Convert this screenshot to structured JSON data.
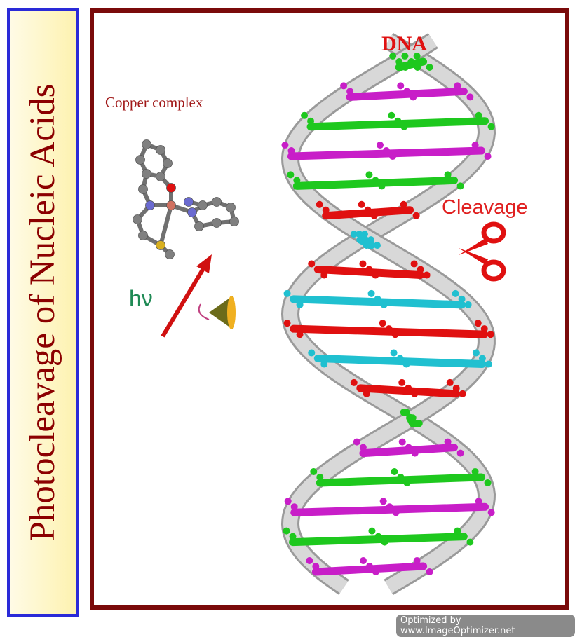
{
  "side_title": "Photocleavage of Nucleic Acids",
  "labels": {
    "dna": "DNA",
    "copper_complex": "Copper complex",
    "cleavage": "Cleavage",
    "hv": "hν"
  },
  "watermark": "Optimized by www.ImageOptimizer.net",
  "colors": {
    "frame": "#7a0a0a",
    "side_border": "#2a2ad8",
    "green": "#1ec81e",
    "magenta": "#c81ec8",
    "red": "#e01010",
    "cyan": "#20c0d0",
    "ribbon": "#d8d8d8"
  },
  "base_pairs": [
    {
      "color": "green"
    },
    {
      "color": "magenta"
    },
    {
      "color": "green"
    },
    {
      "color": "magenta"
    },
    {
      "color": "green"
    },
    {
      "color": "red"
    },
    {
      "color": "cyan"
    },
    {
      "color": "red"
    },
    {
      "color": "cyan"
    },
    {
      "color": "red"
    },
    {
      "color": "cyan"
    },
    {
      "color": "red"
    },
    {
      "color": "green"
    },
    {
      "color": "magenta"
    },
    {
      "color": "green"
    },
    {
      "color": "magenta"
    },
    {
      "color": "green"
    },
    {
      "color": "magenta"
    }
  ]
}
